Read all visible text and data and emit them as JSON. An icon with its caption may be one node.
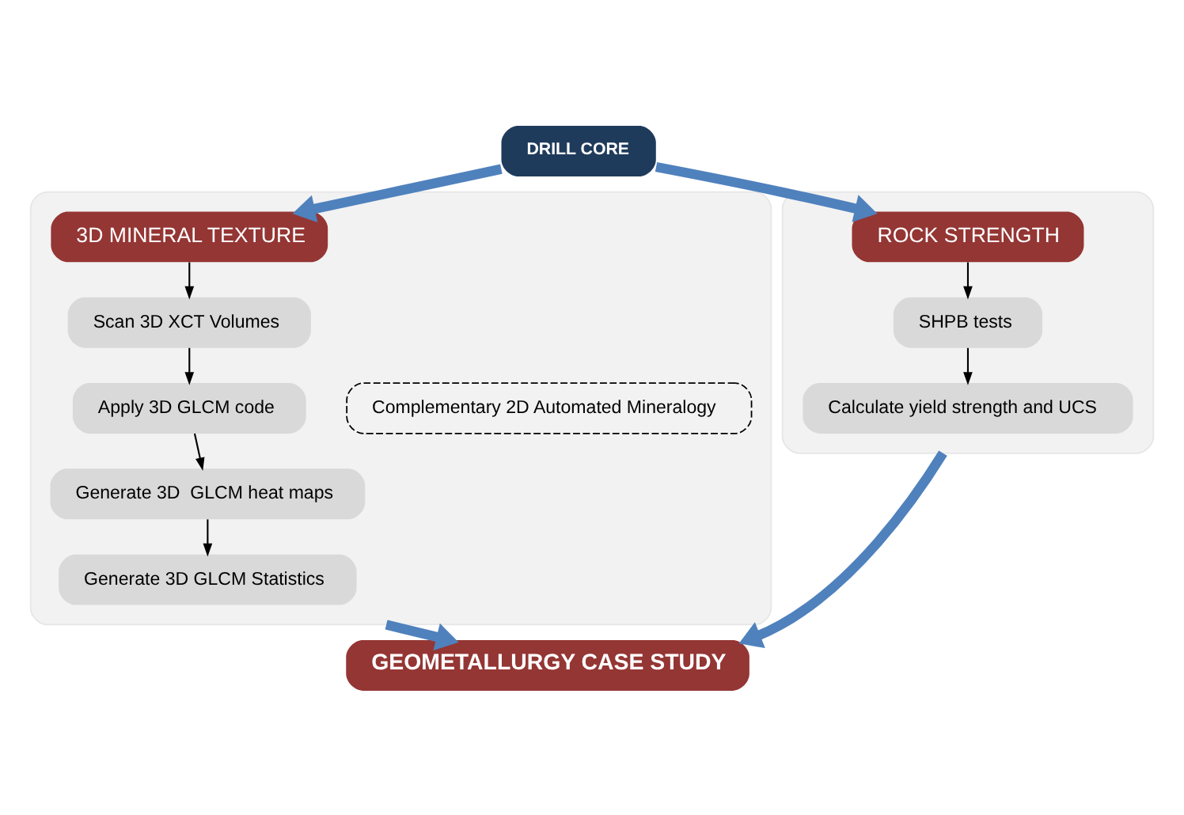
{
  "diagram": {
    "nodes": [
      {
        "text": [
          "DRILL CORE"
        ]
      },
      {
        "text": [],
        "shape": "box"
      },
      {
        "text": [
          "3D MINERAL TEXTURE"
        ],
        "in": 1
      },
      {
        "text": [
          "Scan 3D XCT Volumes"
        ],
        "in": 1
      },
      {
        "text": [
          "Apply 3D GLCM code"
        ],
        "in": 1
      },
      {
        "text": [
          "Generate 3D  GLCM heat maps"
        ],
        "in": 1
      },
      {
        "text": [
          "Generate 3D GLCM Statistics"
        ],
        "in": 1
      },
      {
        "text": [
          "Complementary 2D Automated Mineralogy"
        ],
        "in": 1
      },
      {
        "text": [],
        "shape": "box"
      },
      {
        "text": [
          "ROCK STRENGTH"
        ],
        "in": 8
      },
      {
        "text": [
          "SHPB tests"
        ],
        "in": 8
      },
      {
        "text": [
          "Calculate yield strength and UCS"
        ],
        "in": 8
      },
      {
        "text": [
          "GEOMETALLURGY CASE STUDY"
        ]
      }
    ],
    "edges": [
      {
        "from": 0,
        "to": 2,
        "arrow": "to",
        "style": "thick",
        "color": "#4f81bd"
      },
      {
        "from": 0,
        "to": 9,
        "arrow": "to",
        "style": "thick",
        "color": "#4f81bd"
      },
      {
        "from": 2,
        "to": 3,
        "arrow": "to",
        "color": "#000000"
      },
      {
        "from": 3,
        "to": 4,
        "arrow": "to",
        "color": "#000000"
      },
      {
        "from": 4,
        "to": 5,
        "arrow": "to",
        "color": "#000000"
      },
      {
        "from": 5,
        "to": 6,
        "arrow": "to",
        "color": "#000000"
      },
      {
        "from": 9,
        "to": 10,
        "arrow": "to",
        "color": "#000000"
      },
      {
        "from": 10,
        "to": 11,
        "arrow": "to",
        "color": "#000000"
      },
      {
        "from": 1,
        "to": 12,
        "arrow": "to",
        "style": "thick",
        "color": "#4f81bd"
      },
      {
        "from": 8,
        "to": 12,
        "arrow": "to",
        "style": "thick",
        "color": "#4f81bd"
      }
    ]
  }
}
